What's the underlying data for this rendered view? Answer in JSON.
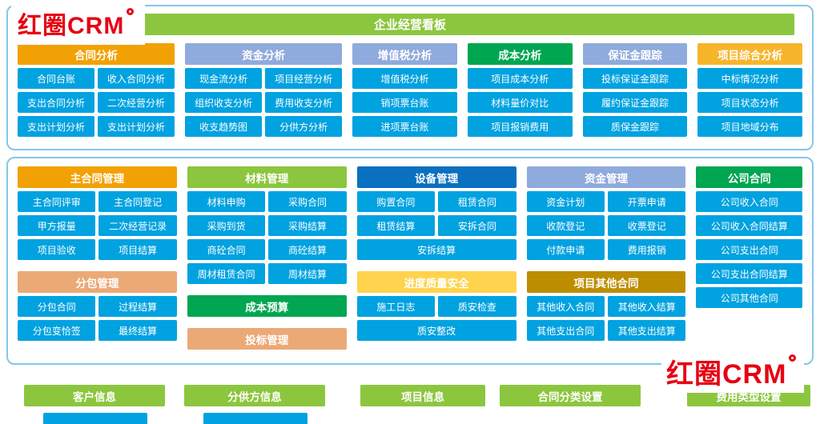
{
  "logo": {
    "text": "红圈CRM"
  },
  "header": {
    "title": "企业经营看板"
  },
  "colors": {
    "button_blue": "#00A2E0",
    "green": "#8CC63E",
    "orange": "#F2A104",
    "amber": "#F7B52C",
    "periwinkle": "#8FAADC",
    "vivid_green": "#00A651",
    "dark_blue": "#0A70C0",
    "tan": "#EBA976",
    "yellow": "#FFD34D",
    "dark_gold": "#BD8D00",
    "logo_red": "#E60012",
    "panel_border": "#85C6EA"
  },
  "top_panel": {
    "groups": [
      {
        "id": "contract-analysis",
        "title": "合同分析",
        "color": "orange",
        "flex": 3,
        "rows": [
          [
            "合同台账",
            "收入合同分析"
          ],
          [
            "支出合同分析",
            "二次经营分析"
          ],
          [
            "支出计划分析",
            "支出计划分析"
          ]
        ]
      },
      {
        "id": "fund-analysis",
        "title": "资金分析",
        "color": "periwinkle",
        "flex": 3,
        "rows": [
          [
            "现金流分析",
            "项目经营分析"
          ],
          [
            "组织收支分析",
            "费用收支分析"
          ],
          [
            "收支趋势图",
            "分供方分析"
          ]
        ]
      },
      {
        "id": "vat-analysis",
        "title": "增值税分析",
        "color": "periwinkle",
        "flex": 2,
        "rows": [
          [
            "增值税分析"
          ],
          [
            "销项票台账"
          ],
          [
            "进项票台账"
          ]
        ]
      },
      {
        "id": "cost-analysis",
        "title": "成本分析",
        "color": "vivid_green",
        "flex": 2,
        "rows": [
          [
            "项目成本分析"
          ],
          [
            "材料量价对比"
          ],
          [
            "项目报销费用"
          ]
        ]
      },
      {
        "id": "deposit-tracking",
        "title": "保证金跟踪",
        "color": "periwinkle",
        "flex": 2,
        "rows": [
          [
            "投标保证金跟踪"
          ],
          [
            "履约保证金跟踪"
          ],
          [
            "质保金跟踪"
          ]
        ]
      },
      {
        "id": "project-comprehensive-analysis",
        "title": "项目综合分析",
        "color": "amber",
        "flex": 2,
        "rows": [
          [
            "中标情况分析"
          ],
          [
            "项目状态分析"
          ],
          [
            "项目地域分布"
          ]
        ]
      }
    ]
  },
  "main_panel": {
    "columns": [
      {
        "flex": 3,
        "groups": [
          {
            "id": "main-contract-management",
            "title": "主合同管理",
            "color": "orange",
            "rows": [
              [
                "主合同评审",
                "主合同登记"
              ],
              [
                "甲方报量",
                "二次经营记录"
              ],
              [
                "项目验收",
                "项目结算"
              ]
            ]
          },
          {
            "id": "subcontract-management",
            "title": "分包管理",
            "color": "tan",
            "rows": [
              [
                "分包合同",
                "过程结算"
              ],
              [
                "分包变恰签",
                "最终结算"
              ]
            ]
          }
        ]
      },
      {
        "flex": 3,
        "groups": [
          {
            "id": "material-management",
            "title": "材料管理",
            "color": "green",
            "rows": [
              [
                "材料申购",
                "采购合同"
              ],
              [
                "采购到货",
                "采购结算"
              ],
              [
                "商砼合同",
                "商砼结算"
              ],
              [
                "周材租赁合同",
                "周材结算"
              ]
            ]
          },
          {
            "id": "cost-budget",
            "title": "成本预算",
            "color": "vivid_green",
            "rows": []
          },
          {
            "id": "bid-management",
            "title": "投标管理",
            "color": "tan",
            "rows": []
          }
        ]
      },
      {
        "flex": 3,
        "groups": [
          {
            "id": "equipment-management",
            "title": "设备管理",
            "color": "dark_blue",
            "rows": [
              [
                "购置合同",
                "租赁合同"
              ],
              [
                "租赁结算",
                "安拆合同"
              ],
              [
                "安拆结算"
              ]
            ]
          },
          {
            "id": "progress-quality-safety",
            "title": "进度质量安全",
            "color": "yellow",
            "rows": [
              [
                "施工日志",
                "质安检查"
              ],
              [
                "质安整改"
              ]
            ]
          }
        ]
      },
      {
        "flex": 3,
        "groups": [
          {
            "id": "fund-management",
            "title": "资金管理",
            "color": "periwinkle",
            "rows": [
              [
                "资金计划",
                "开票申请"
              ],
              [
                "收款登记",
                "收票登记"
              ],
              [
                "付款申请",
                "费用报销"
              ]
            ]
          },
          {
            "id": "project-other-contracts",
            "title": "项目其他合同",
            "color": "dark_gold",
            "rows": [
              [
                "其他收入合同",
                "其他收入结算"
              ],
              [
                "其他支出合同",
                "其他支出结算"
              ]
            ]
          }
        ]
      },
      {
        "flex": 2,
        "groups": [
          {
            "id": "company-contracts",
            "title": "公司合同",
            "color": "vivid_green",
            "rows": [
              [
                "公司收入合同"
              ],
              [
                "公司收入合同结算"
              ],
              [
                "公司支出合同"
              ],
              [
                "公司支出合同结算"
              ],
              [
                "公司其他合同"
              ]
            ]
          }
        ]
      }
    ]
  },
  "footer": {
    "items": [
      {
        "id": "customer-info",
        "label": "客户信息"
      },
      {
        "id": "supplier-info",
        "label": "分供方信息"
      },
      {
        "id": "project-info",
        "label": "项目信息"
      },
      {
        "id": "contract-category-settings",
        "label": "合同分类设置"
      },
      {
        "id": "expense-type-settings",
        "label": "费用类型设置"
      }
    ]
  }
}
